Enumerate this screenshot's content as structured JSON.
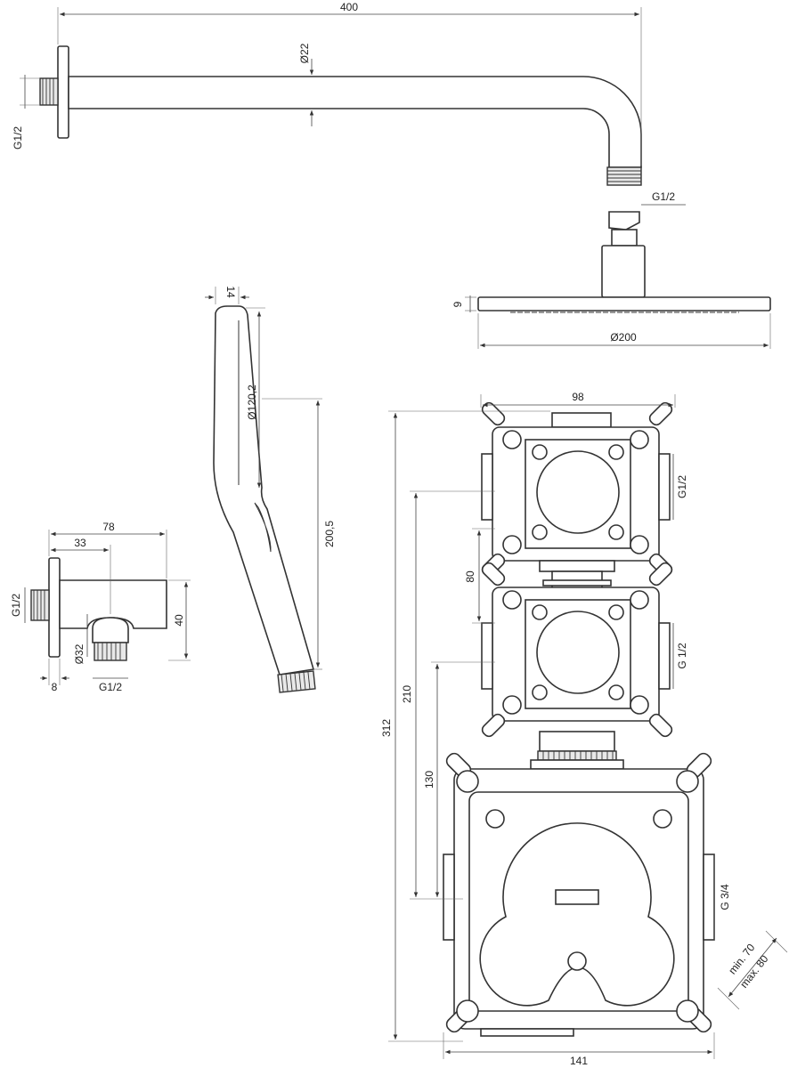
{
  "labels": {
    "arm_length": "400",
    "arm_diameter": "Ø22",
    "wall_thread": "G1/2",
    "arm_outlet_thread": "G1/2",
    "head_thickness": "9",
    "head_diameter": "Ø200",
    "hand_width": "14",
    "hand_face_diameter": "Ø120,2",
    "hand_length": "200,5",
    "elbow_length": "78",
    "elbow_offset": "33",
    "elbow_inlet_thread": "G1/2",
    "elbow_height": "40",
    "elbow_diameter": "Ø32",
    "elbow_flange": "8",
    "elbow_outlet_thread": "G1/2",
    "box_width_top": "98",
    "box_pitch": "80",
    "box_thread_upper": "G1/2",
    "box_thread_middle": "G 1/2",
    "box_thread_lower": "G 3/4",
    "box_total_height": "312",
    "box_height_210": "210",
    "box_height_130": "130",
    "box_width_bottom": "141",
    "depth_min": "min. 70",
    "depth_max": "max. 80"
  },
  "colors": {
    "line": "#333333",
    "fill": "#ffffff",
    "shade": "#e8e8e8"
  }
}
